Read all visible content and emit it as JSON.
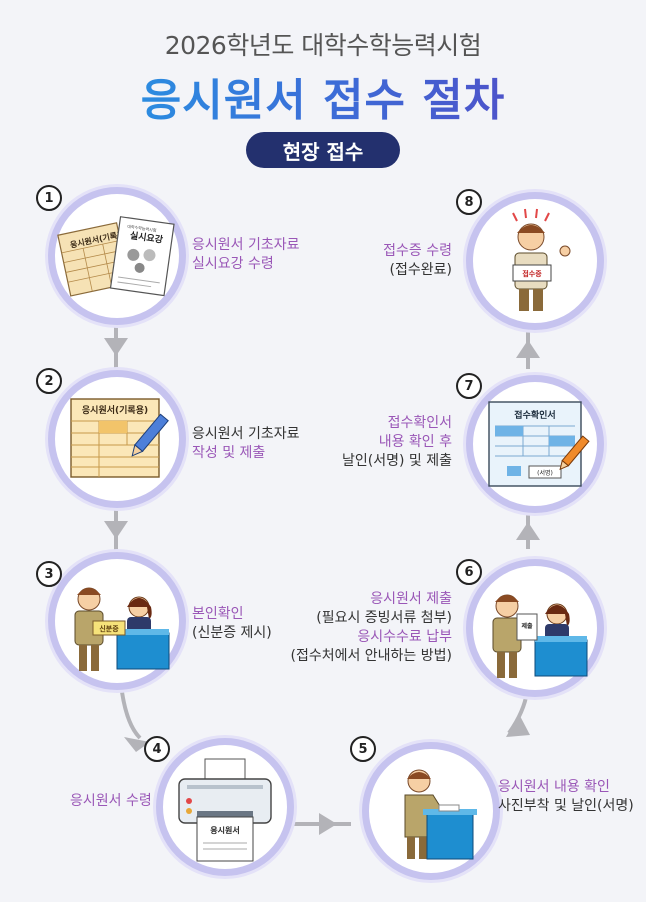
{
  "header": {
    "subtitle": "2026학년도 대학수학능력시험",
    "title": "응시원서 접수 절차",
    "badge": "현장 접수"
  },
  "steps": [
    {
      "num": "1",
      "lines": [
        "응시원서 기초자료",
        "실시요강 수령"
      ],
      "icon": "application-form-and-guidebook-icon",
      "doc_a": "응시원서(기록용)",
      "doc_b_small": "대학수학능력시험",
      "doc_b": "실시요강"
    },
    {
      "num": "2",
      "lines": [
        "응시원서 기초자료",
        "작성 및 제출"
      ],
      "icon": "application-form-writing-icon",
      "doc": "응시원서(기록용)"
    },
    {
      "num": "3",
      "lines": [
        "본인확인",
        "(신분증 제시)"
      ],
      "icon": "identity-check-icon",
      "card": "신분증"
    },
    {
      "num": "4",
      "lines": [
        "응시원서 수령"
      ],
      "icon": "printer-icon",
      "paper": "응시원서"
    },
    {
      "num": "5",
      "lines": [
        "응시원서 내용 확인",
        "사진부착 및 날인(서명)"
      ],
      "icon": "person-signing-icon"
    },
    {
      "num": "6",
      "lines": [
        "응시원서 제출",
        "(필요시 증빙서류 첨부)",
        "응시수수료 납부",
        "(접수처에서 안내하는 방법)"
      ],
      "icon": "submission-icon",
      "paper": "제출"
    },
    {
      "num": "7",
      "lines": [
        "접수확인서",
        "내용 확인 후",
        "날인(서명) 및 제출"
      ],
      "icon": "receipt-confirmation-icon",
      "doc": "접수확인서",
      "sign": "(서명)"
    },
    {
      "num": "8",
      "lines": [
        "접수증 수령",
        "(접수완료)"
      ],
      "icon": "receipt-received-icon",
      "sign": "접수증"
    }
  ],
  "colors": {
    "accent_purple": "#9a57b7",
    "ring": "#c6c3ef",
    "badge": "#23306e",
    "arrow": "#b3b3b8"
  }
}
